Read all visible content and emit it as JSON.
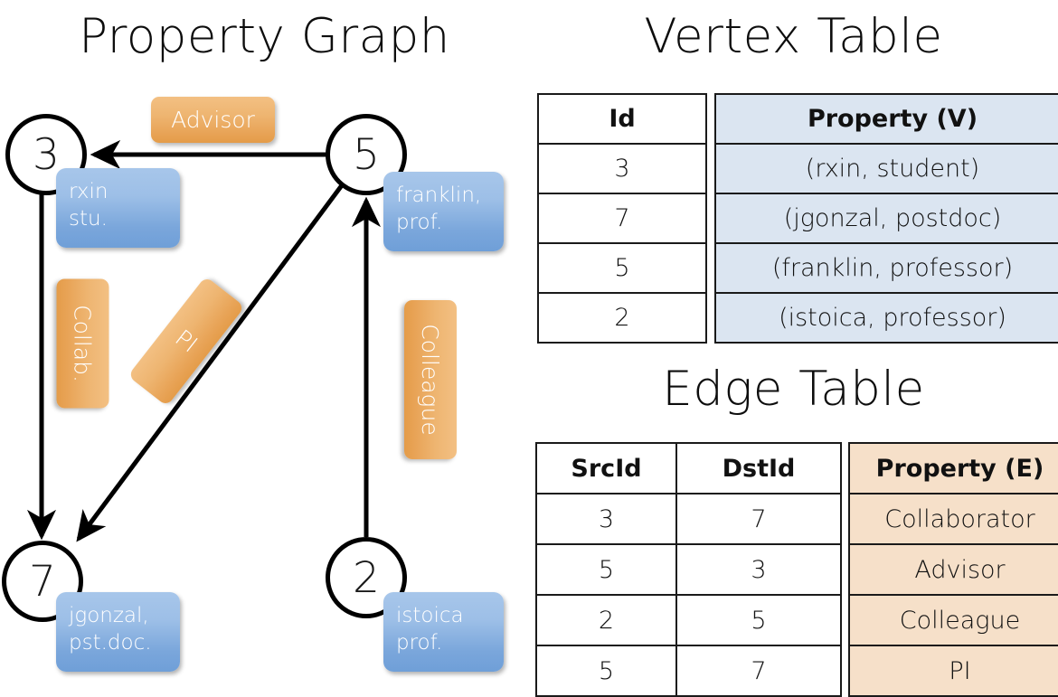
{
  "titles": {
    "property_graph": "Property Graph",
    "vertex_table": "Vertex Table",
    "edge_table": "Edge Table"
  },
  "colors": {
    "vertex_box_fill": "#7aa6db",
    "edge_label_fill": "#e8a356",
    "vertex_table_prop_fill": "#dbe5f1",
    "edge_table_prop_fill": "#f6e0c9",
    "stroke": "#000000",
    "background": "#ffffff"
  },
  "graph": {
    "nodes": [
      {
        "id": "3",
        "label": "3",
        "property": "rxin\nstu."
      },
      {
        "id": "5",
        "label": "5",
        "property": "franklin,\nprof."
      },
      {
        "id": "7",
        "label": "7",
        "property": "jgonzal,\npst.doc."
      },
      {
        "id": "2",
        "label": "2",
        "property": "istoica\nprof."
      }
    ],
    "edges": [
      {
        "src": "5",
        "dst": "3",
        "label": "Advisor",
        "orientation": "horizontal"
      },
      {
        "src": "3",
        "dst": "7",
        "label": "Collab.",
        "orientation": "vertical"
      },
      {
        "src": "5",
        "dst": "7",
        "label": "PI",
        "orientation": "diagonal"
      },
      {
        "src": "2",
        "dst": "5",
        "label": "Colleague",
        "orientation": "vertical"
      }
    ]
  },
  "vertex_table": {
    "headers": [
      "Id",
      "Property (V)"
    ],
    "rows": [
      {
        "id": "3",
        "property": "(rxin, student)"
      },
      {
        "id": "7",
        "property": "(jgonzal, postdoc)"
      },
      {
        "id": "5",
        "property": "(franklin, professor)"
      },
      {
        "id": "2",
        "property": "(istoica, professor)"
      }
    ]
  },
  "edge_table": {
    "headers": [
      "SrcId",
      "DstId",
      "Property (E)"
    ],
    "rows": [
      {
        "src": "3",
        "dst": "7",
        "property": "Collaborator"
      },
      {
        "src": "5",
        "dst": "3",
        "property": "Advisor"
      },
      {
        "src": "2",
        "dst": "5",
        "property": "Colleague"
      },
      {
        "src": "5",
        "dst": "7",
        "property": "PI"
      }
    ]
  }
}
